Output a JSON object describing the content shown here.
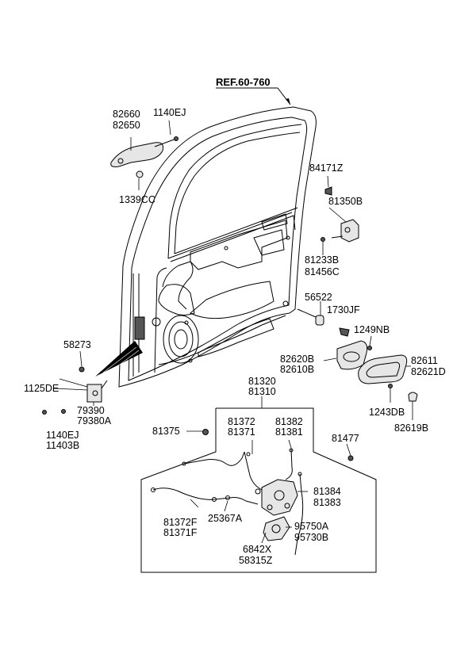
{
  "reference": "REF.60-760",
  "labels": {
    "l82660": "82660",
    "l82650": "82650",
    "l1140EJ_top": "1140EJ",
    "l1339CC": "1339CC",
    "l84171Z": "84171Z",
    "l81350B": "81350B",
    "l81233B": "81233B",
    "l81456C": "81456C",
    "l56522": "56522",
    "l1730JF": "1730JF",
    "l1249NB": "1249NB",
    "l58273": "58273",
    "l82620B": "82620B",
    "l82610B": "82610B",
    "l82611": "82611",
    "l82621D": "82621D",
    "l1125DE": "1125DE",
    "l79390": "79390",
    "l79380A": "79380A",
    "l1140EJ": "1140EJ",
    "l11403B": "11403B",
    "l81320": "81320",
    "l81310": "81310",
    "l1243DB": "1243DB",
    "l82619B": "82619B",
    "l81375": "81375",
    "l81372": "81372",
    "l81371": "81371",
    "l81382": "81382",
    "l81381": "81381",
    "l81477": "81477",
    "l81384": "81384",
    "l81383": "81383",
    "l81372F": "81372F",
    "l81371F": "81371F",
    "l25367A": "25367A",
    "l95750A": "95750A",
    "l95730B": "95730B",
    "l6842X": "6842X",
    "l58315Z": "58315Z"
  }
}
